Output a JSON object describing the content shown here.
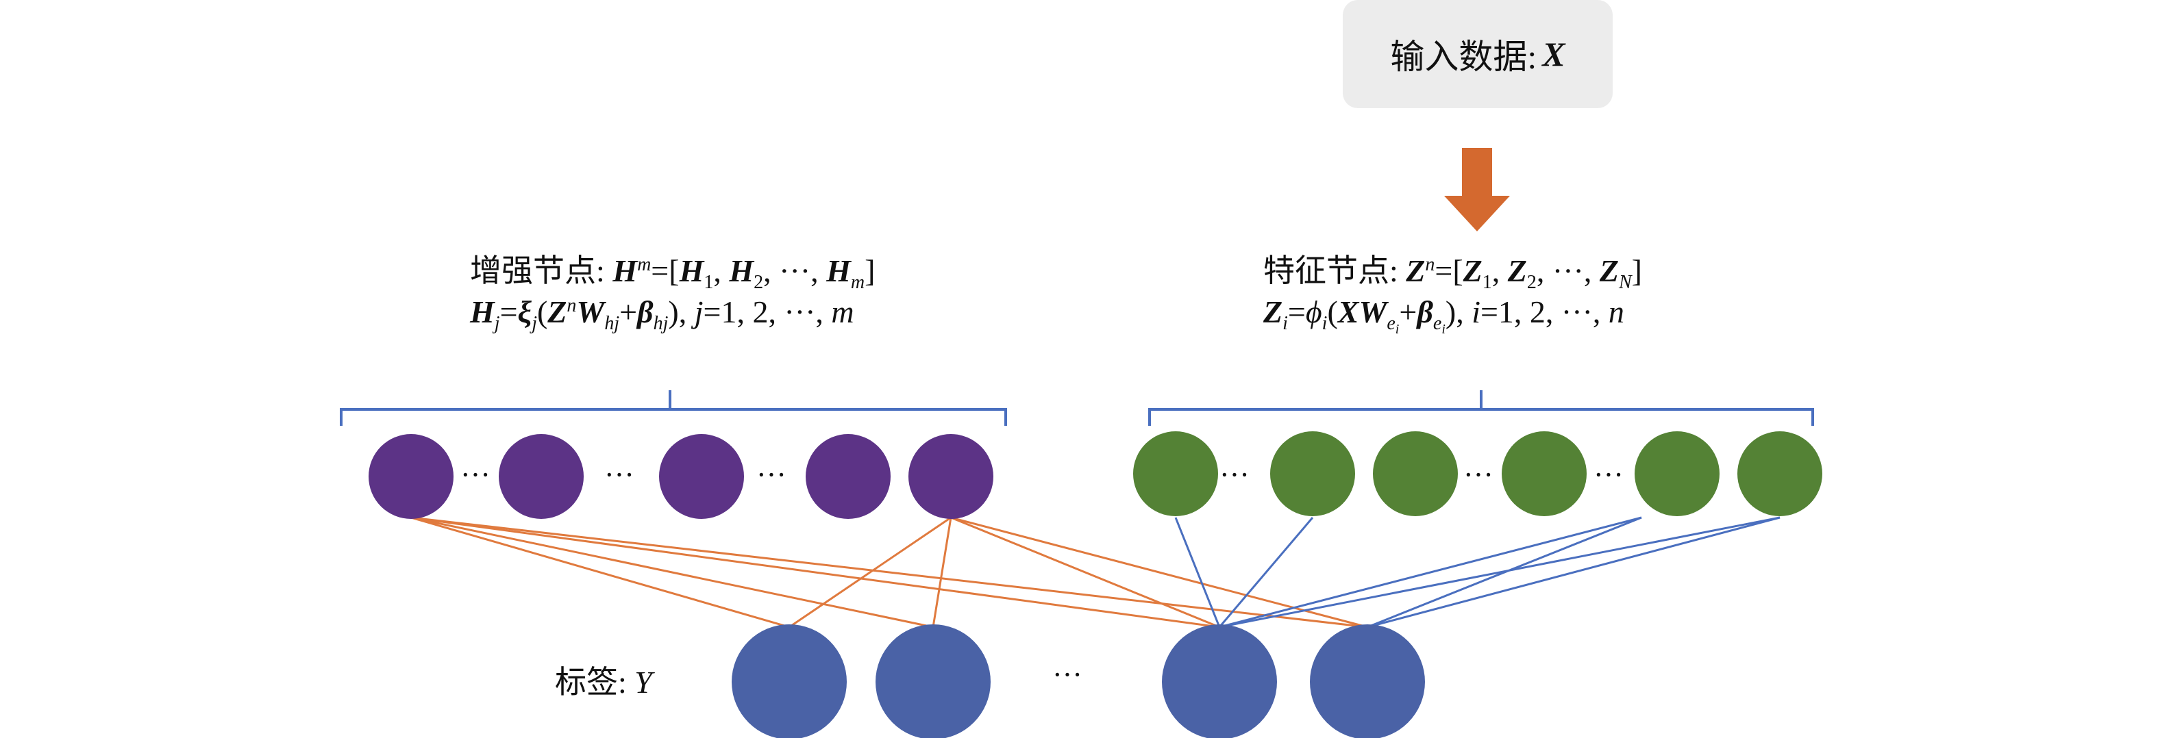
{
  "input": {
    "label": "输入数据: ",
    "var": "X"
  },
  "enhancement": {
    "title": "增强节点: ",
    "var_H": "H",
    "sup_m": "m",
    "eq_open": "=[",
    "H1": "H",
    "s1": "1",
    "comma1": ", ",
    "H2": "H",
    "s2": "2",
    "dots": ",  ···, ",
    "Hm": "H",
    "sm": "m",
    "close": "]",
    "line2_H": "H",
    "line2_j": "j",
    "line2_eq": "=",
    "xi": "ξ",
    "xi_j": "j",
    "paren": "(",
    "Z": "Z",
    "Z_sup": "n",
    "W": "W",
    "W_sub": "hj",
    "plus": "+",
    "beta": "β",
    "beta_sub": "hj",
    "tail": "), ",
    "j2": "j",
    "range": "=1, 2, ···, ",
    "m2": "m"
  },
  "feature": {
    "title": "特征节点: ",
    "var_Z": "Z",
    "sup_n": "n",
    "eq_open": "=[",
    "Z1": "Z",
    "s1": "1",
    "comma1": ", ",
    "Z2": "Z",
    "s2": "2",
    "dots": ", ···, ",
    "ZN": "Z",
    "sN": "N",
    "close": "]",
    "line2_Z": "Z",
    "line2_i": "i",
    "line2_eq": "=",
    "phi": "ϕ",
    "phi_i": "i",
    "paren": "(",
    "X": "X",
    "W": "W",
    "W_sub": "e",
    "W_subsub": "i",
    "plus": "+",
    "beta": "β",
    "beta_sub": "e",
    "beta_subsub": "i",
    "tail": "), ",
    "i2": "i",
    "range": "=1, 2, ···, ",
    "n2": "n"
  },
  "output": {
    "label": "标签: ",
    "var": "Y"
  },
  "ellipsis": "···",
  "colors": {
    "enhancement_node": "#5c3386",
    "feature_node": "#548235",
    "output_node": "#4a62a6",
    "enhancement_link": "#e07a3e",
    "feature_link": "#4a6fbf",
    "brace": "#4a6fbf",
    "arrow": "#d4692f",
    "input_box": "#ececec"
  }
}
